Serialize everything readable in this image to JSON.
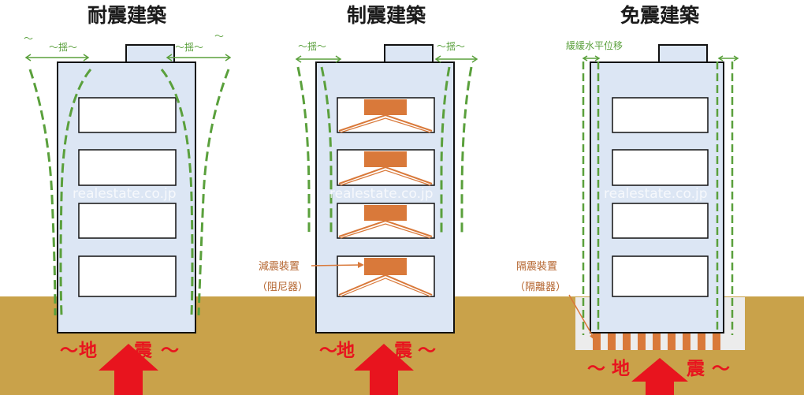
{
  "titles": {
    "resistant": "耐震建築",
    "damping": "制震建築",
    "isolation": "免震建築"
  },
  "shake_label": "～揺～",
  "small_tilde": "～",
  "slow_shift_label": "緩緩水平位移",
  "damper_label": "減震裝置",
  "damper_sub": "（阻尼器）",
  "isolator_label": "隔震裝置",
  "isolator_sub": "（隔離器）",
  "quake_wave": "～",
  "quake_chars": [
    "地",
    "震"
  ],
  "watermark": "realestate.co.jp",
  "colors": {
    "building": "#dce6f4",
    "ground": "#c9a24a",
    "dashed": "#5aa03c",
    "damper": "#d9793a",
    "arrow": "#e8141e",
    "pit": "#ececec"
  }
}
